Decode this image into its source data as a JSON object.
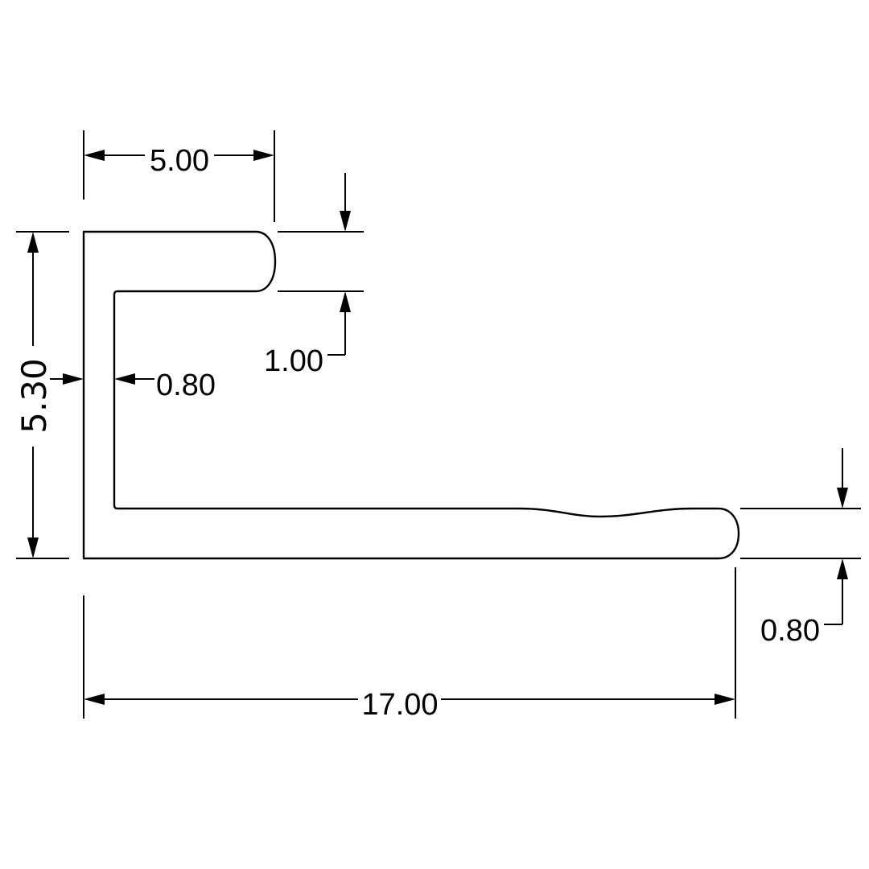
{
  "dimensions": {
    "top_lip_width": "5.00",
    "top_lip_thickness": "1.00",
    "wall_thickness": "0.80",
    "total_height": "5.30",
    "bottom_flange_thickness": "0.80",
    "total_length": "17.00"
  }
}
